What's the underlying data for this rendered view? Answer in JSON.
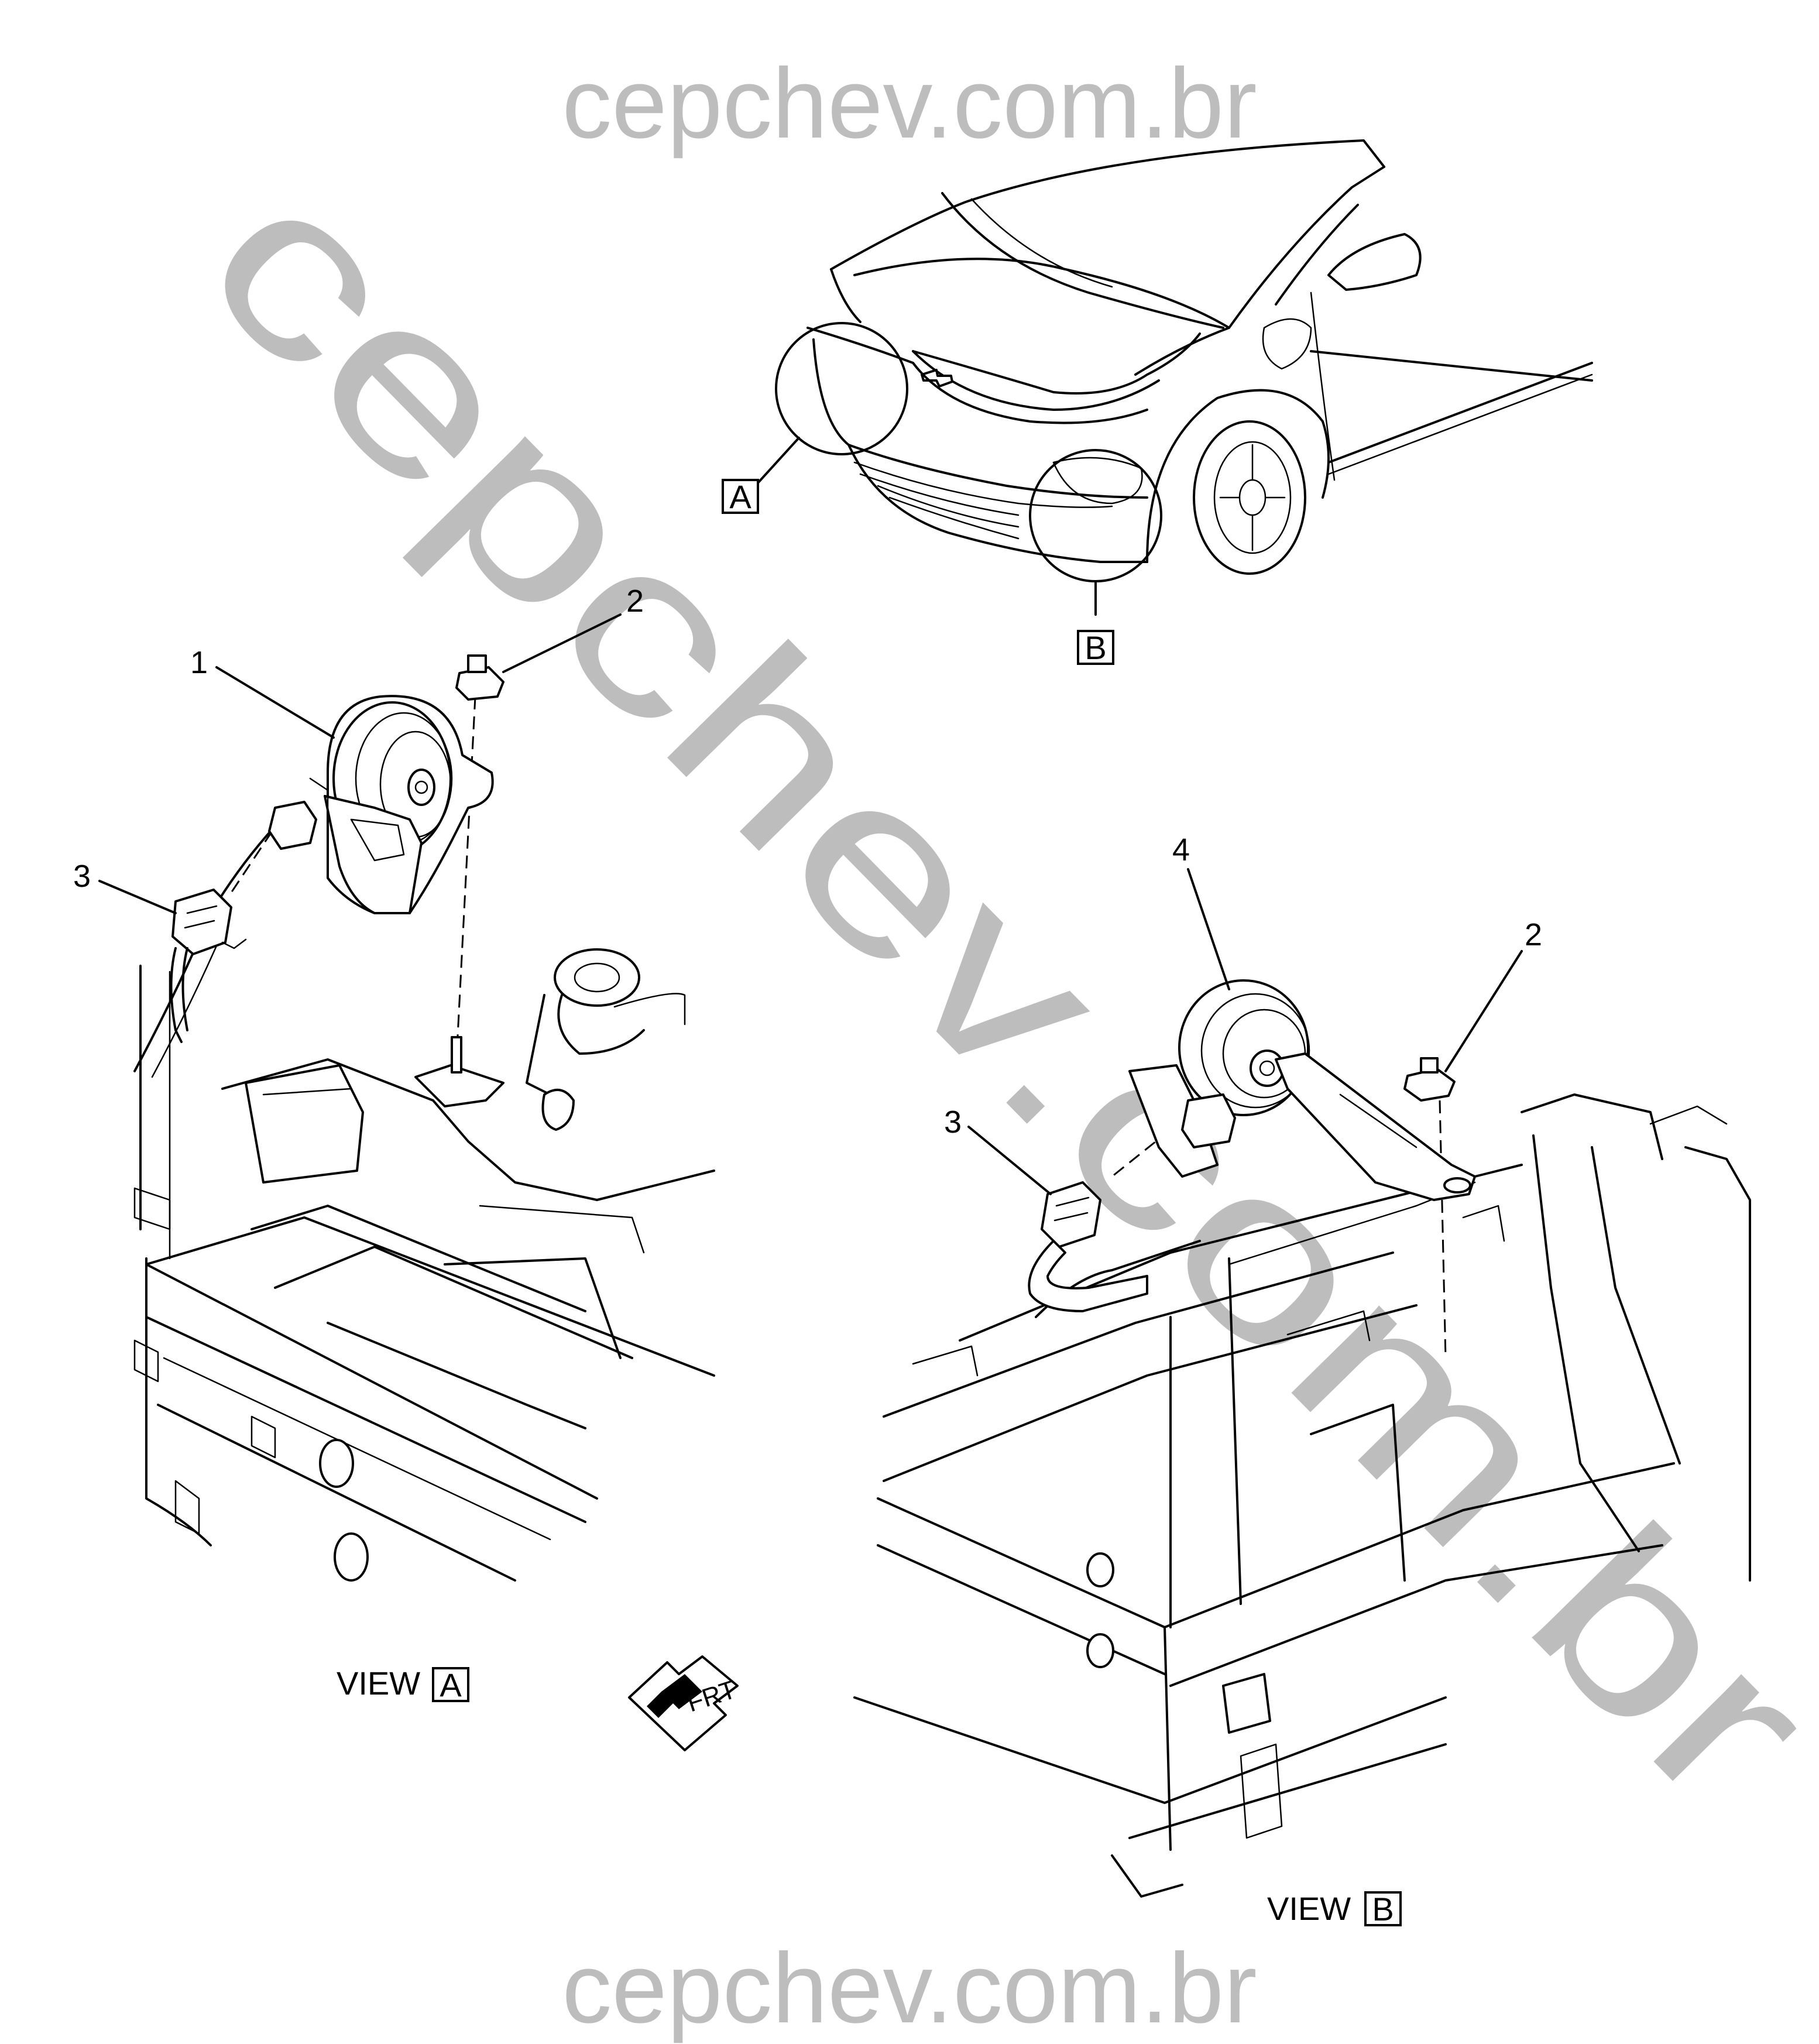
{
  "watermark": {
    "top": "cepchev.com.br",
    "bottom": "cepchev.com.br",
    "diagonal": "cepchev.com.br",
    "color": "#bdbdbd"
  },
  "vehicle_overview": {
    "detail_a": "A",
    "detail_b": "B"
  },
  "view_a": {
    "label": "VIEW",
    "letter": "A",
    "callouts": [
      "1",
      "2",
      "3"
    ]
  },
  "view_b": {
    "label": "VIEW",
    "letter": "B",
    "callouts": [
      "4",
      "2",
      "3"
    ]
  },
  "direction_arrow": {
    "label": "FRT"
  }
}
